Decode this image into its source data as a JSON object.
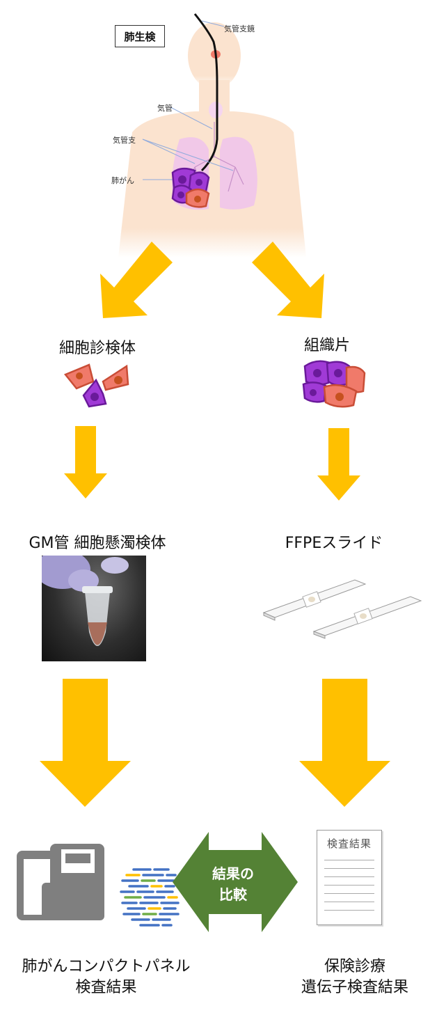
{
  "top": {
    "section_label": "肺生検",
    "anatomy": {
      "bronchoscope": "気管支鏡",
      "trachea": "気管",
      "bronchus": "気管支",
      "lung_cancer": "肺がん"
    }
  },
  "left": {
    "sample": "細胞診検体",
    "processed": "GM管 細胞懸濁検体",
    "result_line1": "肺がんコンパクトパネル",
    "result_line2": "検査結果"
  },
  "right": {
    "sample": "組織片",
    "processed": "FFPEスライド",
    "result_line1": "保険診療",
    "result_line2": "遺伝子検査結果"
  },
  "center": {
    "compare_line1": "結果の",
    "compare_line2": "比較",
    "report_title": "検査結果"
  },
  "colors": {
    "arrow": "#ffc000",
    "compare_arrow": "#548235",
    "cell_pink": "#f07a6a",
    "cell_purple": "#a03ad6"
  }
}
